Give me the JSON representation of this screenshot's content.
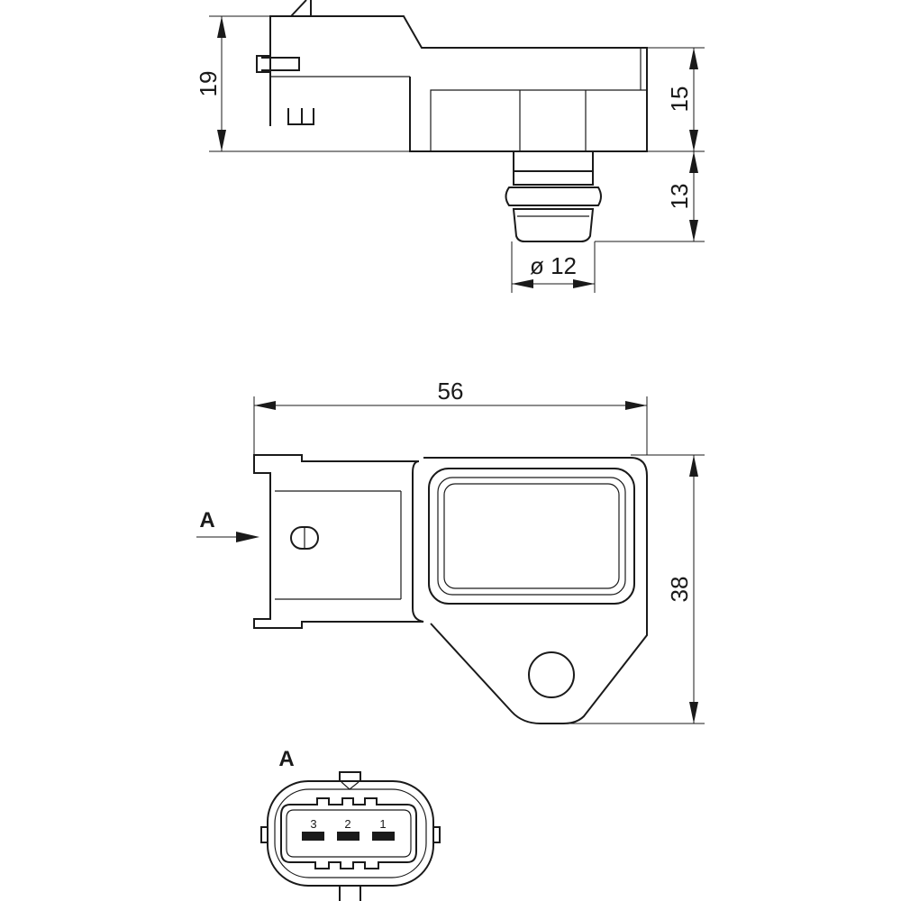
{
  "side_view": {
    "dim_height_total": "19",
    "dim_body_height": "15",
    "dim_nozzle_length": "13",
    "dim_nozzle_diameter": "ø 12"
  },
  "top_view": {
    "dim_length": "56",
    "dim_width": "38",
    "view_arrow_label": "A"
  },
  "connector_view": {
    "title": "A",
    "pins": [
      "3",
      "2",
      "1"
    ]
  }
}
